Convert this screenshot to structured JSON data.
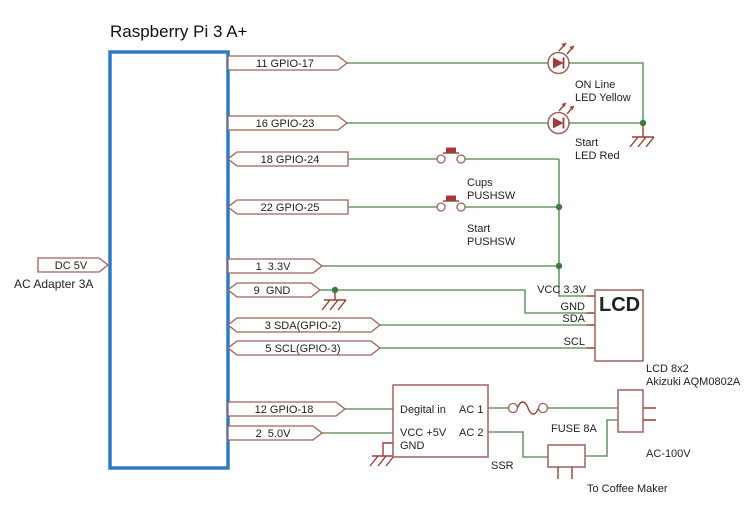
{
  "title": "Raspberry Pi 3 A+",
  "colors": {
    "wire_green": "#6d976d",
    "junction_green": "#3d7a3d",
    "component_outline": "#a2615e",
    "component_fill_red": "#a13c38",
    "board_border_blue": "#2e7bc4",
    "text": "#222222",
    "background": "#ffffff"
  },
  "power": {
    "label": "DC 5V",
    "caption": "AC Adapter 3A"
  },
  "pins": {
    "gpio17": "11 GPIO-17",
    "gpio23": "16 GPIO-23",
    "gpio24": "18 GPIO-24",
    "gpio25": "22 GPIO-25",
    "v33": "1  3.3V",
    "gnd": "9  GND",
    "sda": "3 SDA(GPIO-2)",
    "scl": "5 SCL(GPIO-3)",
    "gpio18": "12 GPIO-18",
    "v50": "2  5.0V"
  },
  "components": {
    "led_yellow": {
      "line1": "ON Line",
      "line2": "LED Yellow"
    },
    "led_red": {
      "line1": "Start",
      "line2": "LED Red"
    },
    "sw_cups": {
      "line1": "Cups",
      "line2": "PUSHSW"
    },
    "sw_start": {
      "line1": "Start",
      "line2": "PUSHSW"
    },
    "lcd": {
      "name": "LCD",
      "pin_vcc": "VCC 3.3V",
      "pin_gnd": "GND",
      "pin_sda": "SDA",
      "pin_scl": "SCL",
      "caption1": "LCD 8x2",
      "caption2": "Akizuki AQM0802A"
    },
    "ssr": {
      "pin_in": "Degital in",
      "pin_vcc": "VCC +5V",
      "pin_gnd": "GND",
      "pin_ac1": "AC 1",
      "pin_ac2": "AC 2",
      "caption": "SSR"
    },
    "fuse": {
      "label": "FUSE 8A"
    },
    "outlet": {
      "label": "AC-100V"
    },
    "coffee": {
      "label": "To Coffee Maker"
    }
  }
}
